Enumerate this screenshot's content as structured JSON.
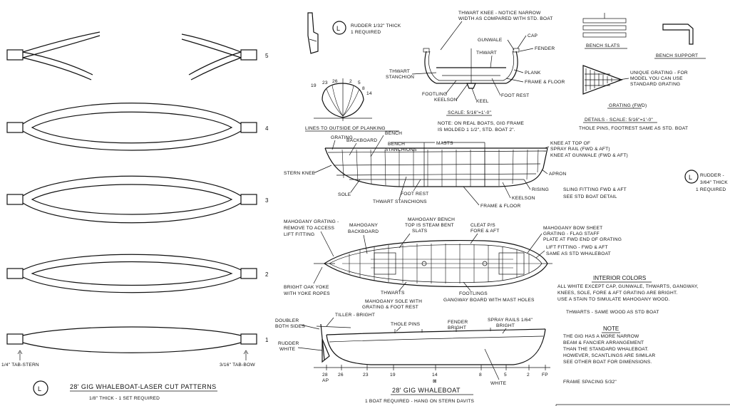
{
  "patterns": {
    "numbers": [
      "5",
      "4",
      "3",
      "2",
      "1"
    ],
    "tab_stern": "1/4\" TAB-STERN",
    "tab_bow": "3/16\" TAB-BOW",
    "circle_letter": "L",
    "title": "28' GIG WHALEBOAT-LASER CUT PATTERNS",
    "subtitle": "1/8\" THICK - 1 SET REQUIRED"
  },
  "rudder_left": {
    "circle_letter": "L",
    "line1": "RUDDER 1/32\" THICK",
    "line2": "1 REQUIRED"
  },
  "rudder_right": {
    "circle_letter": "L",
    "line1": "RUDDER -",
    "line2": "3/64\" THICK",
    "line3": "1 REQUIRED"
  },
  "body_plan": {
    "station_numbers": [
      "19",
      "23",
      "26",
      "2",
      "5",
      "8",
      "14"
    ],
    "caption": "LINES TO OUTSIDE OF PLANKING"
  },
  "section": {
    "thwart_knee": "THWART KNEE - NOTICE NARROW",
    "thwart_knee2": "WIDTH AS COMPARED WITH STD. BOAT",
    "cap": "CAP",
    "gunwale": "GUNWALE",
    "fender": "FENDER",
    "thwart": "THWART",
    "thwart_stanchion": "THWART",
    "thwart_stanchion2": "STANCHION",
    "plank": "PLANK",
    "frame_floor": "FRAME & FLOOR",
    "footling": "FOOTLING",
    "keelson": "KEELSON",
    "foot_rest": "FOOT REST",
    "keel": "KEEL",
    "scale": "SCALE: 5/16\"=1'-0\"",
    "note1": "NOTE: ON REAL BOATS, GIG FRAME",
    "note2": "IS MOLDED 1 1/2\", STD. BOAT 2\"."
  },
  "details": {
    "bench_slats": "BENCH SLATS",
    "bench_support": "BENCH SUPPORT",
    "unique1": "UNIQUE GRATING - FOR",
    "unique2": "MODEL YOU CAN USE",
    "unique3": "STANDARD GRATING",
    "grating_fwd": "GRATING (FWD)",
    "details_scale": "DETAILS - SCALE: 5/16\"=1'-0\"",
    "thole_pins": "THOLE PINS, FOOTREST SAME AS STD. BOAT"
  },
  "profile": {
    "grating": "GRATING",
    "backboard": "BACKBOARD",
    "bench": "BENCH",
    "bench_stanchions": "BENCH",
    "bench_stanchions2": "STANCHIONS",
    "masts": "MASTS",
    "knee_top1": "KNEE AT TOP OF",
    "knee_top2": "SPRAY RAIL (FWD & AFT)",
    "knee_gunwale": "KNEE AT GUNWALE (FWD & AFT)",
    "stern_knee": "STERN KNEE",
    "apron": "APRON",
    "sole": "SOLE",
    "foot_rest": "FOOT REST",
    "rising": "RISING",
    "thwart_stanchions": "THWART STANCHIONS",
    "keelson": "KEELSON",
    "frame_floor": "FRAME & FLOOR",
    "sling1": "SLING FITTING FWD & AFT",
    "sling2": "SEE STD BOAT DETAIL"
  },
  "plan": {
    "mg1": "MAHOGANY GRATING -",
    "mg2": "REMOVE TO ACCESS",
    "mg3": "LIFT FITTING",
    "mbb1": "MAHOGANY",
    "mbb2": "BACKBOARD",
    "mbench1": "MAHOGANY BENCH",
    "mbench2": "TOP IS STEAM BENT",
    "mbench3": "SLATS",
    "cleat1": "CLEAT P/S",
    "cleat2": "FORE & AFT",
    "bow1": "MAHOGANY BOW SHEET",
    "bow2": "GRATING - FLAG STAFF",
    "bow3": "PLATE AT FWD END OF GRATING",
    "lift1": "LIFT FITTING - FWD & AFT",
    "lift2": "SAME AS STD WHALEBOAT",
    "yoke1": "BRIGHT OAK YOKE",
    "yoke2": "WITH YOKE ROPES",
    "thwarts": "THWARTS",
    "sole1": "MAHOGANY SOLE WITH",
    "sole2": "GRATING & FOOT REST",
    "footlings": "FOOTLINGS",
    "gangway": "GANGWAY BOARD WITH MAST HOLES"
  },
  "colors": {
    "title": "INTERIOR COLORS",
    "c1": "ALL WHITE EXCEPT CAP, GUNWALE, THWARTS, GANGWAY,",
    "c2": "KNEES, SOLE, FORE & AFT GRATING ARE BRIGHT.",
    "c3": "USE A STAIN TO SIMULATE MAHOGANY WOOD.",
    "thwarts_same": "THWARTS - SAME WOOD AS STD BOAT",
    "note_title": "NOTE",
    "n1": "THE GIG HAS A MORE NARROW",
    "n2": "BEAM & FANCIER ARRANGEMENT",
    "n3": "THAN THE STANDARD WHALEBOAT.",
    "n4": "HOWEVER, SCANTLINGS ARE SIMILAR",
    "n5": "SEE OTHER BOAT FOR DIMENSIONS.",
    "frame_spacing": "FRAME SPACING 5/32\""
  },
  "outboard": {
    "doubler1": "DOUBLER",
    "doubler2": "BOTH SIDES",
    "tiller": "TILLER - BRIGHT",
    "thole": "THOLE PINS",
    "fender1": "FENDER",
    "fender2": "BRIGHT",
    "spray1": "SPRAY RAILS 1/64\"",
    "spray2": "BRIGHT",
    "rudder1": "RUDDER",
    "rudder2": "WHITE",
    "white": "WHITE",
    "stations": [
      "28",
      "26",
      "23",
      "19",
      "14",
      "8",
      "5",
      "2",
      "FP"
    ],
    "ap": "AP",
    "mid": "⊠",
    "title": "28' GIG WHALEBOAT",
    "subtitle": "1 BOAT REQUIRED - HANG ON STERN DAVITS"
  }
}
